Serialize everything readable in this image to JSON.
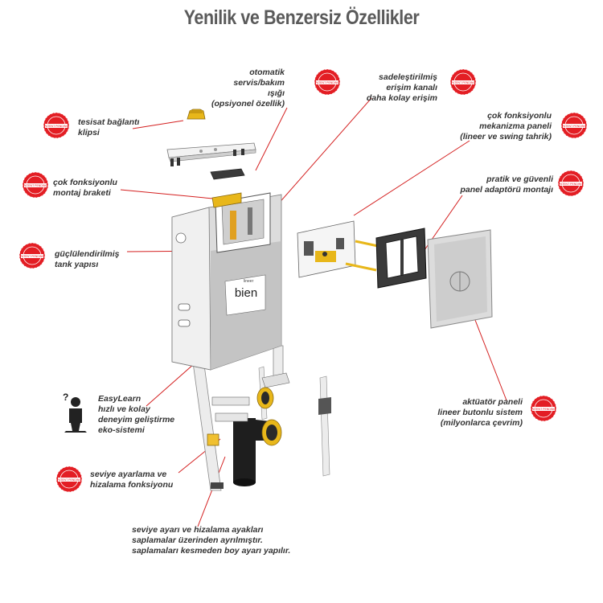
{
  "title": "Yenilik ve Benzersiz Özellikler",
  "brand": {
    "logo_text": "bien",
    "label": "lineer"
  },
  "badge": {
    "text": "PATENT PENDING",
    "color": "#e31e24"
  },
  "colors": {
    "leader_line": "#d42020",
    "frame": "#ececec",
    "tank": "#d9d9d9",
    "pipe_yellow": "#e8b71a",
    "pipe_black": "#1e1e1e"
  },
  "icons": {
    "user": "person-thinking-icon"
  },
  "features": {
    "otomatik": [
      "otomatik",
      "servis/bakım",
      "ışığı",
      "(opsiyonel özellik)"
    ],
    "sadelestirilmis": [
      "sadeleştirilmiş",
      "erişim kanalı",
      "daha kolay erişim"
    ],
    "tesisat": [
      "tesisat bağlantı",
      "klipsi"
    ],
    "mekanizma": [
      "çok fonksiyonlu",
      "mekanizma paneli",
      "(lineer ve swing tahrik)"
    ],
    "montaj": [
      "çok fonksiyonlu",
      "montaj braketi"
    ],
    "adaptor": [
      "pratik ve güvenli",
      "panel adaptörü montajı"
    ],
    "tank": [
      "güçlülendirilmiş",
      "tank yapısı"
    ],
    "easylearn": [
      "EasyLearn",
      "hızlı ve kolay",
      "deneyim geliştirme",
      "eko-sistemi"
    ],
    "aktuator": [
      "aktüatör paneli",
      "lineer butonlu sistem",
      "(milyonlarca çevrim)"
    ],
    "seviye": [
      "seviye ayarlama ve",
      "hizalama fonksiyonu"
    ],
    "ayaklar": [
      "seviye ayarı ve hizalama ayakları",
      "saplamalar üzerinden ayrılmıştır.",
      "saplamaları kesmeden boy ayarı yapılır."
    ]
  }
}
